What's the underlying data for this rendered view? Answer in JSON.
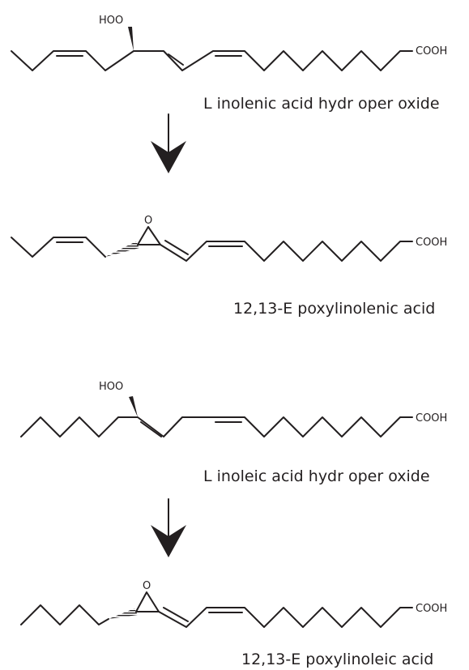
{
  "reactions": [
    {
      "reactant": {
        "name": "L inolenic acid hydr oper oxide",
        "hydroperoxide_label": "HOO",
        "acid_label": "COOH"
      },
      "product": {
        "name": "12,13-E poxylinolenic acid",
        "epoxide_label": "O",
        "acid_label": "COOH"
      }
    },
    {
      "reactant": {
        "name": "L inoleic acid hydr oper oxide",
        "hydroperoxide_label": "HOO",
        "acid_label": "COOH"
      },
      "product": {
        "name": "12,13-E poxylinoleic acid",
        "epoxide_label": "O",
        "acid_label": "COOH"
      }
    }
  ]
}
